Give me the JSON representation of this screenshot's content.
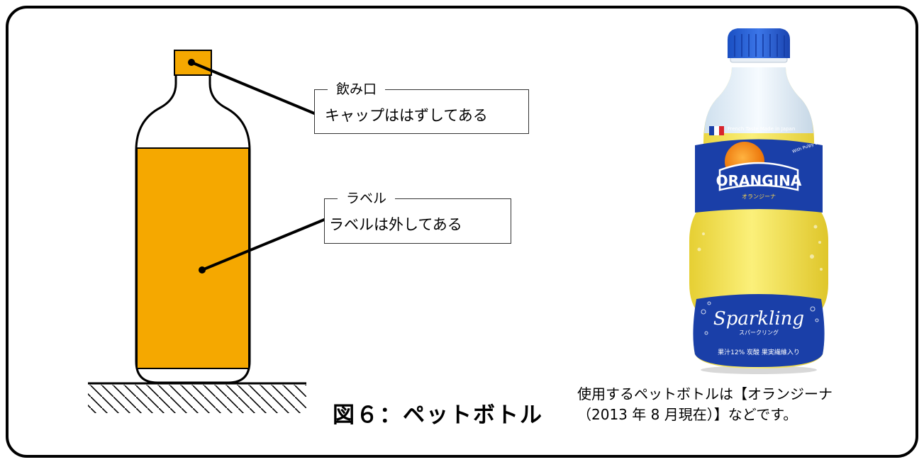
{
  "callouts": {
    "mouth": {
      "title": "飲み口",
      "text": "キャップははずしてある"
    },
    "label": {
      "title": "ラベル",
      "text": "ラベルは外してある"
    }
  },
  "figure_caption": "図６：ペットボトル",
  "product_caption": {
    "line1": "使用するペットボトルは【オランジーナ",
    "line2": "（2013 年 8 月現在）】などです。"
  },
  "product_label": {
    "brand": "ORANGINA",
    "brand_kana": "オランジーナ",
    "flavor": "Sparkling",
    "flavor_kana": "スパークリング",
    "strap": "With Pulpy Bits!",
    "origin": "French Taste Made in Japan",
    "ingredients": "果汁12% 炭酸 果実繊維入り"
  },
  "colors": {
    "bottle_fill": "#F5A800",
    "cap_blue": "#1F56C9",
    "label_blue": "#1A3FA8",
    "juice": "#F4E35A"
  }
}
